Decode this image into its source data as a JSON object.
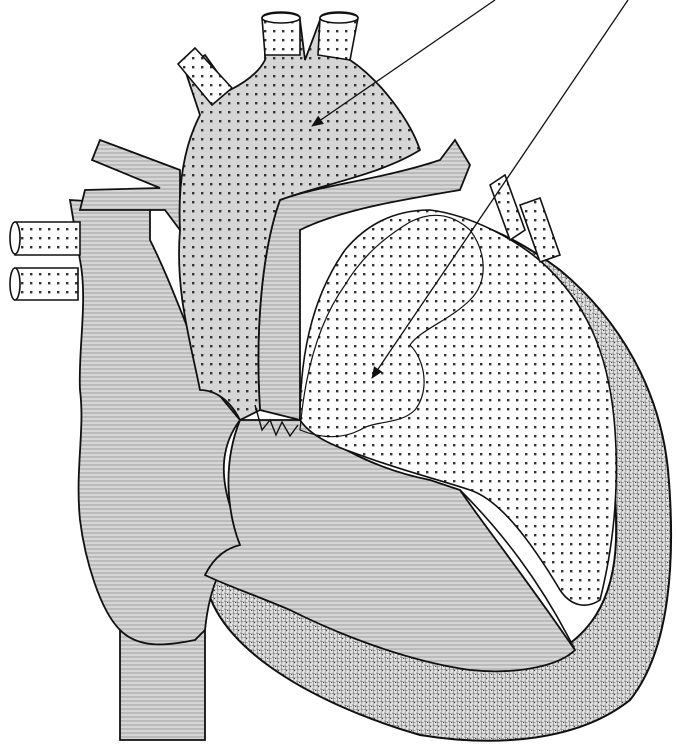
{
  "figure": {
    "kind": "heart-cross-section-line-drawing",
    "labels": [],
    "pointers": [
      {
        "name": "arrow-to-aorta"
      },
      {
        "name": "arrow-to-left-atrium"
      }
    ],
    "fills": {
      "background": "#ffffff",
      "hatched_gray": "#d6d6d6",
      "hatch_line": "#9a9a9a",
      "dotted_white": "#ffffff",
      "dot": "#333333",
      "muscle_wall": "#e2e2e2",
      "muscle_texture": "#666666",
      "outline": "#111111"
    }
  }
}
